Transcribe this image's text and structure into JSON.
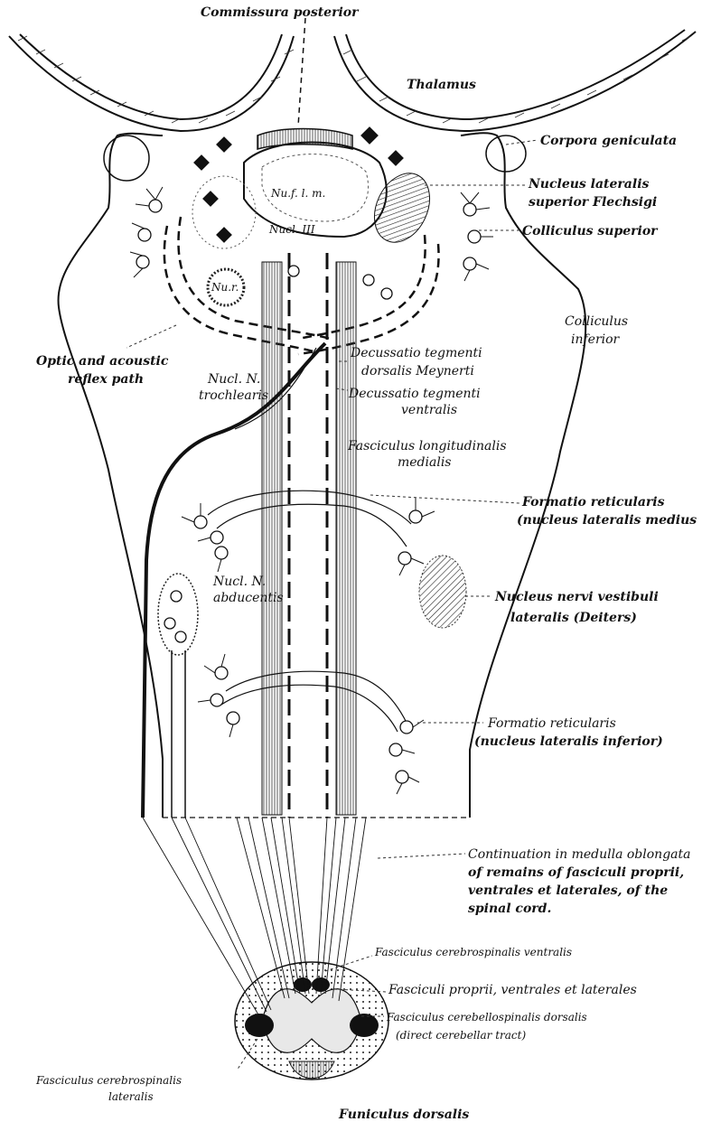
{
  "labels": {
    "commissura_posterior": "Commissura posterior",
    "thalamus": "Thalamus",
    "corpora_geniculata": "Corpora geniculata",
    "nucleus_lateralis_sup_1": "Nucleus lateralis",
    "nucleus_lateralis_sup_2": "superior Flechsigi",
    "colliculus_superior": "Colliculus superior",
    "nuf_lm": "Nu.f. l. m.",
    "nucl_iii": "Nucl. III",
    "nu_r": "Nu.r.",
    "colliculus_inferior_1": "Colliculus",
    "colliculus_inferior_2": "inferior",
    "optic_reflex_1": "Optic and acoustic",
    "optic_reflex_2": "reflex path",
    "nucl_trochlearis_1": "Nucl. N.",
    "nucl_trochlearis_2": "trochlearis",
    "decussatio_dorsalis_1": "Decussatio tegmenti",
    "decussatio_dorsalis_2": "dorsalis Meynerti",
    "decussatio_ventralis_1": "Decussatio tegmenti",
    "decussatio_ventralis_2": "ventralis",
    "fasc_long_med_1": "Fasciculus longitudinalis",
    "fasc_long_med_2": "medialis",
    "formatio_ret_medius_1": "Formatio reticularis",
    "formatio_ret_medius_2": "(nucleus lateralis medius",
    "nucl_abducentis_1": "Nucl. N.",
    "nucl_abducentis_2": "abducentis",
    "nucleus_vestibuli_1": "Nucleus nervi vestibuli",
    "nucleus_vestibuli_2": "lateralis (Deiters)",
    "formatio_ret_inferior_1": "Formatio reticularis",
    "formatio_ret_inferior_2": "(nucleus lateralis inferior)",
    "continuation_1": "Continuation in medulla oblongata",
    "continuation_2": "of remains of fasciculi proprii,",
    "continuation_3": "ventrales et laterales, of the",
    "continuation_4": "spinal cord.",
    "fasc_cerebrospinalis_ventralis": "Fasciculus cerebrospinalis ventralis",
    "fasciculi_proprii": "Fasciculi proprii, ventrales et laterales",
    "fasc_cerebellospinalis_1": "Fasciculus cerebellospinalis dorsalis",
    "fasc_cerebellospinalis_2": "(direct cerebellar tract)",
    "fasc_cerebrospinalis_lat_1": "Fasciculus cerebrospinalis",
    "fasc_cerebrospinalis_lat_2": "lateralis",
    "funiculus_dorsalis": "Funiculus dorsalis"
  },
  "colors": {
    "ink": "#111111",
    "paper": "#ffffff"
  }
}
